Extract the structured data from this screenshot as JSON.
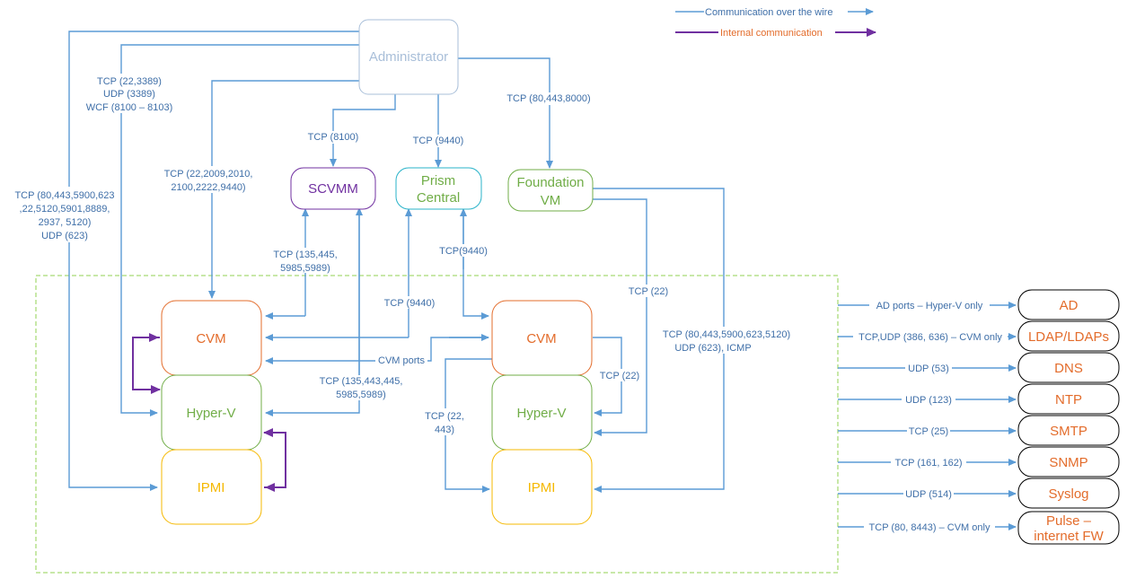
{
  "legend": {
    "wire_label": "Communication over the wire",
    "internal_label": "Internal communication"
  },
  "nodes": {
    "administrator": "Administrator",
    "scvmm": "SCVMM",
    "prism_line1": "Prism",
    "prism_line2": "Central",
    "foundation_line1": "Foundation",
    "foundation_line2": "VM",
    "cvm_left": "CVM",
    "hyperv_left": "Hyper-V",
    "ipmi_left": "IPMI",
    "cvm_right": "CVM",
    "hyperv_right": "Hyper-V",
    "ipmi_right": "IPMI"
  },
  "external": {
    "ad": "AD",
    "ldap": "LDAP/LDAPs",
    "dns": "DNS",
    "ntp": "NTP",
    "smtp": "SMTP",
    "snmp": "SNMP",
    "syslog": "Syslog",
    "pulse_line1": "Pulse –",
    "pulse_line2": "internet FW"
  },
  "labels": {
    "admin_hyperv_1": "TCP (22,3389)",
    "admin_hyperv_2": "UDP (3389)",
    "admin_hyperv_3": "WCF (8100 – 8103)",
    "admin_ipmi_1": "TCP (80,443,5900,623",
    "admin_ipmi_2": ",22,5120,5901,8889,",
    "admin_ipmi_3": "2937, 5120)",
    "admin_ipmi_4": "UDP (623)",
    "admin_cvm_1": "TCP (22,2009,2010,",
    "admin_cvm_2": "2100,2222,9440)",
    "admin_scvmm": "TCP (8100)",
    "admin_prism": "TCP (9440)",
    "admin_foundation": "TCP (80,443,8000)",
    "scvmm_cvm_1": "TCP (135,445,",
    "scvmm_cvm_2": "5985,5989)",
    "prism_cvm_left": "TCP (9440)",
    "prism_cvm_right": "TCP(9440)",
    "cvm_ports": "CVM ports",
    "scvmm_hyperv_1": "TCP (135,443,445,",
    "scvmm_hyperv_2": "5985,5989)",
    "foundation_hyperv": "TCP (22)",
    "foundation_ipmi_1": "TCP (80,443,5900,623,5120)",
    "foundation_ipmi_2": "UDP (623), ICMP",
    "cvm_hyperv_right": "TCP (22)",
    "cvm_ipmi_right_1": "TCP (22,",
    "cvm_ipmi_right_2": "443)",
    "ad_port": "AD ports – Hyper-V only",
    "ldap_port": "TCP,UDP (386, 636) – CVM only",
    "dns_port": "UDP (53)",
    "ntp_port": "UDP (123)",
    "smtp_port": "TCP (25)",
    "snmp_port": "TCP (161, 162)",
    "syslog_port": "UDP (514)",
    "pulse_port": "TCP (80, 8443) – CVM only"
  },
  "colors": {
    "wire": "#5b9bd5",
    "internal": "#7030a0",
    "cvm": "#e36c2b",
    "hyperv": "#70ad47",
    "ipmi": "#f5b800",
    "scvmm": "#7030a0",
    "prism": "#2ab3c9",
    "foundation": "#70ad47",
    "admin": "#a9bfd9",
    "cluster_border": "#92d050"
  }
}
